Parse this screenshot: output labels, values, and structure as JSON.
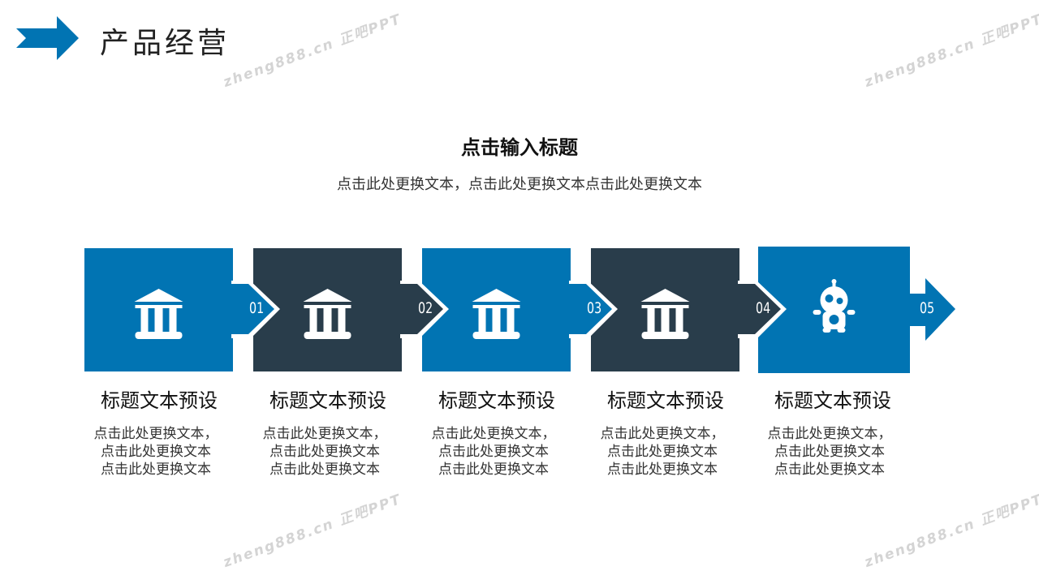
{
  "header": {
    "title": "产品经营"
  },
  "main": {
    "title": "点击输入标题",
    "subtitle": "点击此处更换文本，点击此处更换文本点击此处更换文本"
  },
  "colors": {
    "blue": "#0174b3",
    "dark": "#293d4b"
  },
  "steps": [
    {
      "number": "01",
      "title": "标题文本预设",
      "desc": [
        "点击此处更换文本，",
        "点击此处更换文本",
        "点击此处更换文本"
      ],
      "icon": "bank-icon"
    },
    {
      "number": "02",
      "title": "标题文本预设",
      "desc": [
        "点击此处更换文本，",
        "点击此处更换文本",
        "点击此处更换文本"
      ],
      "icon": "bank-icon"
    },
    {
      "number": "03",
      "title": "标题文本预设",
      "desc": [
        "点击此处更换文本，",
        "点击此处更换文本",
        "点击此处更换文本"
      ],
      "icon": "bank-icon"
    },
    {
      "number": "04",
      "title": "标题文本预设",
      "desc": [
        "点击此处更换文本，",
        "点击此处更换文本",
        "点击此处更换文本"
      ],
      "icon": "bank-icon"
    },
    {
      "number": "05",
      "title": "标题文本预设",
      "desc": [
        "点击此处更换文本，",
        "点击此处更换文本",
        "点击此处更换文本"
      ],
      "icon": "robot-icon"
    }
  ],
  "watermark": "zheng888.cn 正吧PPT"
}
